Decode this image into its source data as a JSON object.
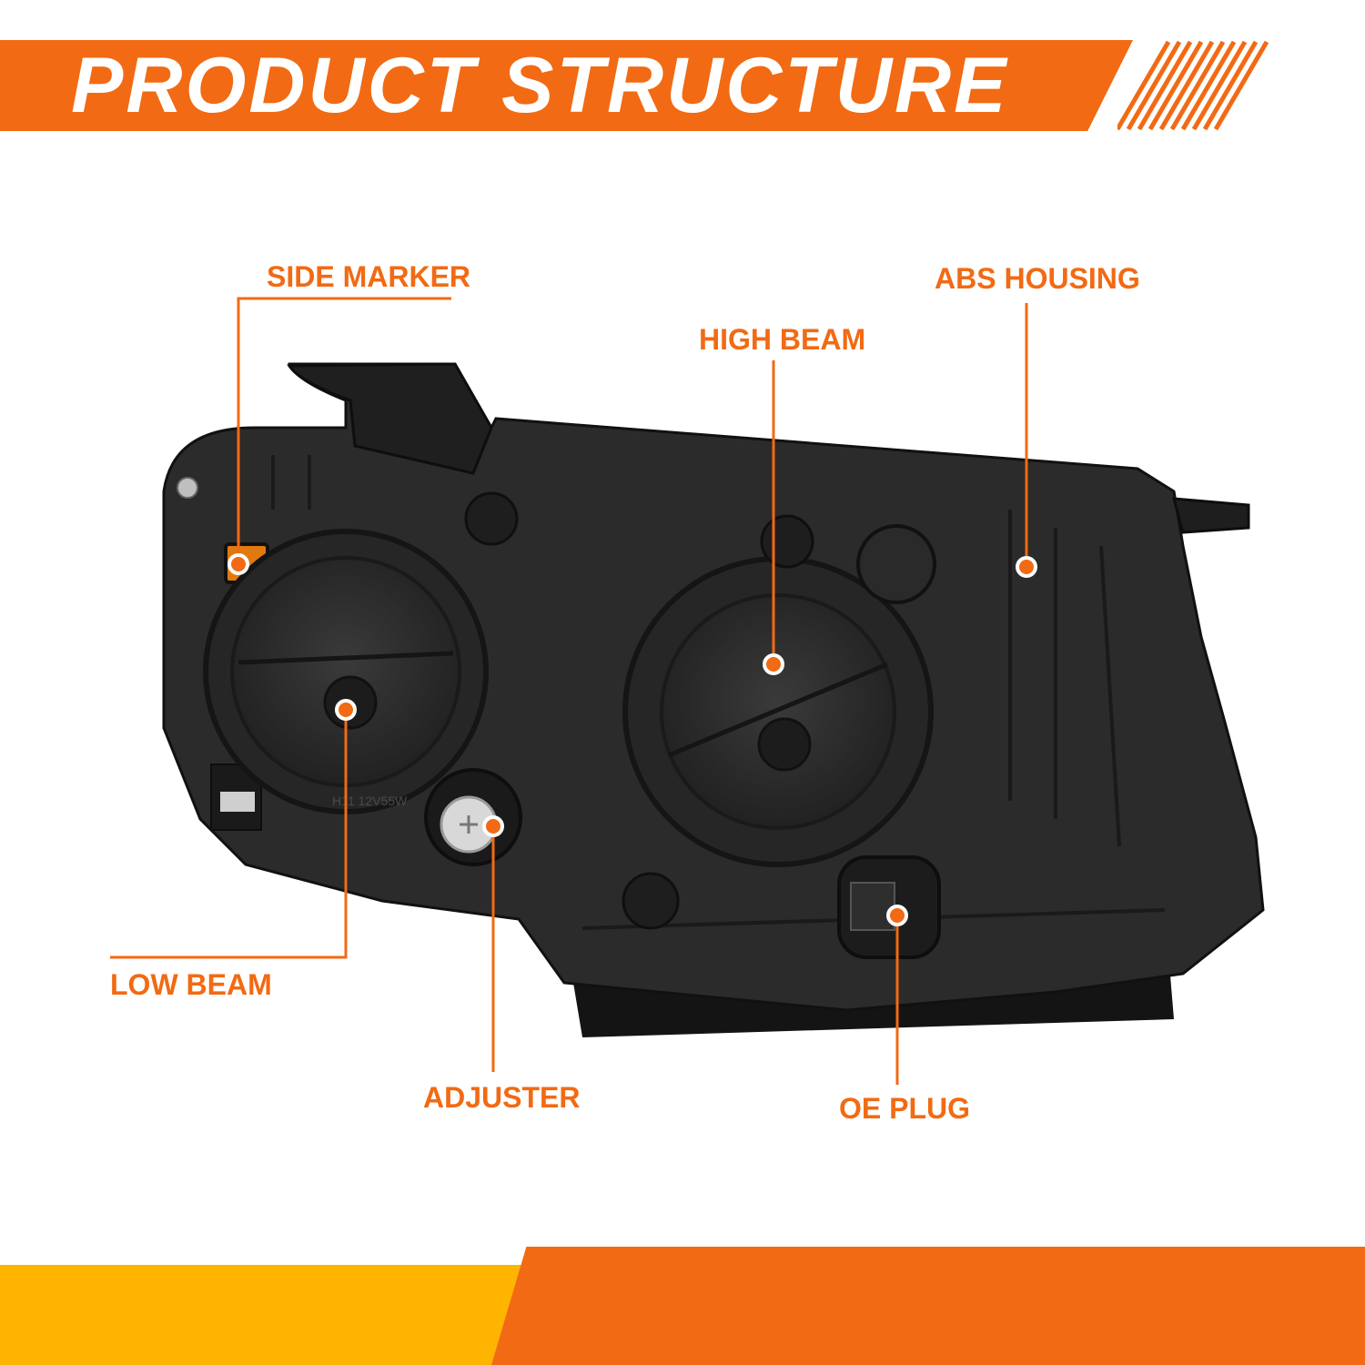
{
  "header": {
    "title": "PRODUCT STRUCTURE"
  },
  "callouts": {
    "side_marker": "SIDE MARKER",
    "high_beam": "HIGH BEAM",
    "abs_housing": "ABS HOUSING",
    "low_beam": "LOW BEAM",
    "adjuster": "ADJUSTER",
    "oe_plug": "OE PLUG"
  },
  "bulb_marking": "H11 12V55W",
  "colors": {
    "accent": "#f26a13",
    "footer_secondary": "#ffb400",
    "housing": "#2a2a2a",
    "background": "#ffffff"
  }
}
